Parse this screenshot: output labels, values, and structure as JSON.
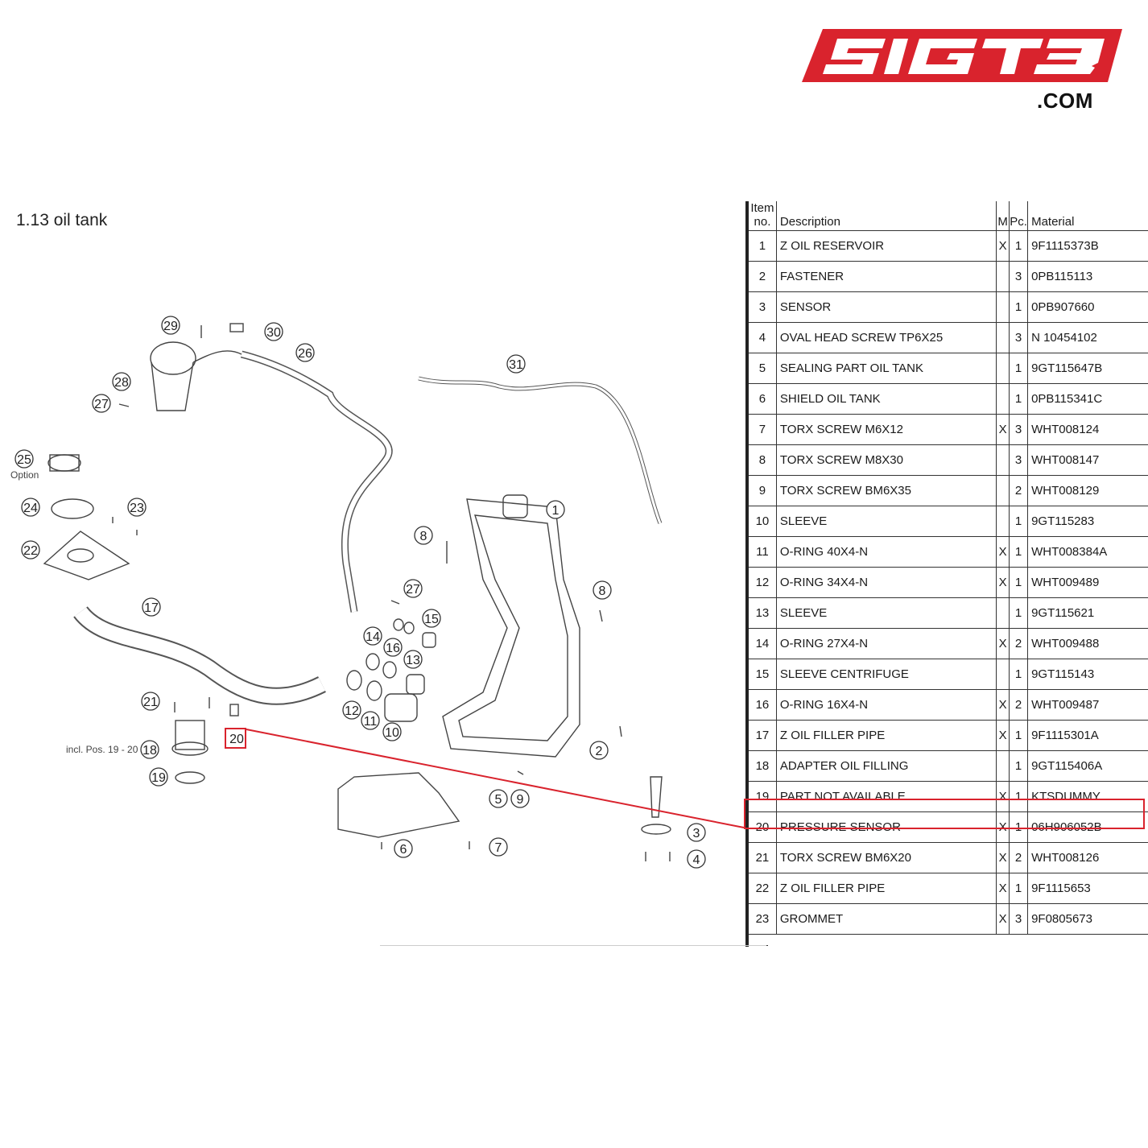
{
  "brand": {
    "logo_text": "SIGT3",
    "domain": ".COM",
    "color": "#d9232d"
  },
  "section_title": "1.13  oil tank",
  "diagram": {
    "callouts": [
      "1",
      "2",
      "3",
      "4",
      "5",
      "6",
      "7",
      "8",
      "8",
      "9",
      "10",
      "11",
      "12",
      "13",
      "14",
      "15",
      "16",
      "17",
      "18",
      "19",
      "20",
      "21",
      "22",
      "23",
      "24",
      "25",
      "26",
      "27",
      "27",
      "28",
      "29",
      "30",
      "31"
    ],
    "option_label": "Option",
    "incl_label": "incl. Pos. 19 - 20",
    "highlight_callout": "20"
  },
  "table": {
    "headers": {
      "no": "Item no.",
      "desc": "Description",
      "m": "M",
      "pc": "Pc.",
      "material": "Material"
    },
    "rows": [
      {
        "no": "1",
        "desc": "Z OIL RESERVOIR",
        "m": "X",
        "pc": "1",
        "material": "9F1115373B"
      },
      {
        "no": "2",
        "desc": "FASTENER",
        "m": "",
        "pc": "3",
        "material": "0PB115113"
      },
      {
        "no": "3",
        "desc": "SENSOR",
        "m": "",
        "pc": "1",
        "material": "0PB907660"
      },
      {
        "no": "4",
        "desc": "OVAL HEAD SCREW TP6X25",
        "m": "",
        "pc": "3",
        "material": "N 10454102"
      },
      {
        "no": "5",
        "desc": "SEALING PART OIL TANK",
        "m": "",
        "pc": "1",
        "material": "9GT115647B"
      },
      {
        "no": "6",
        "desc": "SHIELD OIL TANK",
        "m": "",
        "pc": "1",
        "material": "0PB115341C"
      },
      {
        "no": "7",
        "desc": "TORX SCREW M6X12",
        "m": "X",
        "pc": "3",
        "material": "WHT008124"
      },
      {
        "no": "8",
        "desc": "TORX SCREW M8X30",
        "m": "",
        "pc": "3",
        "material": "WHT008147"
      },
      {
        "no": "9",
        "desc": "TORX SCREW BM6X35",
        "m": "",
        "pc": "2",
        "material": "WHT008129"
      },
      {
        "no": "10",
        "desc": "SLEEVE",
        "m": "",
        "pc": "1",
        "material": "9GT115283"
      },
      {
        "no": "11",
        "desc": "O-RING 40X4-N",
        "m": "X",
        "pc": "1",
        "material": "WHT008384A"
      },
      {
        "no": "12",
        "desc": "O-RING 34X4-N",
        "m": "X",
        "pc": "1",
        "material": "WHT009489"
      },
      {
        "no": "13",
        "desc": "SLEEVE",
        "m": "",
        "pc": "1",
        "material": "9GT115621"
      },
      {
        "no": "14",
        "desc": "O-RING 27X4-N",
        "m": "X",
        "pc": "2",
        "material": "WHT009488"
      },
      {
        "no": "15",
        "desc": "SLEEVE CENTRIFUGE",
        "m": "",
        "pc": "1",
        "material": "9GT115143"
      },
      {
        "no": "16",
        "desc": "O-RING 16X4-N",
        "m": "X",
        "pc": "2",
        "material": "WHT009487"
      },
      {
        "no": "17",
        "desc": "Z OIL FILLER PIPE",
        "m": "X",
        "pc": "1",
        "material": "9F1115301A"
      },
      {
        "no": "18",
        "desc": "ADAPTER OIL FILLING",
        "m": "",
        "pc": "1",
        "material": "9GT115406A"
      },
      {
        "no": "19",
        "desc": "PART NOT AVAILABLE",
        "m": "X",
        "pc": "1",
        "material": "KTSDUMMY"
      },
      {
        "no": "20",
        "desc": "PRESSURE SENSOR",
        "m": "X",
        "pc": "1",
        "material": "06H906052B"
      },
      {
        "no": "21",
        "desc": "TORX SCREW BM6X20",
        "m": "X",
        "pc": "2",
        "material": "WHT008126"
      },
      {
        "no": "22",
        "desc": "Z OIL FILLER PIPE",
        "m": "X",
        "pc": "1",
        "material": "9F1115653"
      },
      {
        "no": "23",
        "desc": "GROMMET",
        "m": "X",
        "pc": "3",
        "material": "9F0805673"
      }
    ]
  }
}
